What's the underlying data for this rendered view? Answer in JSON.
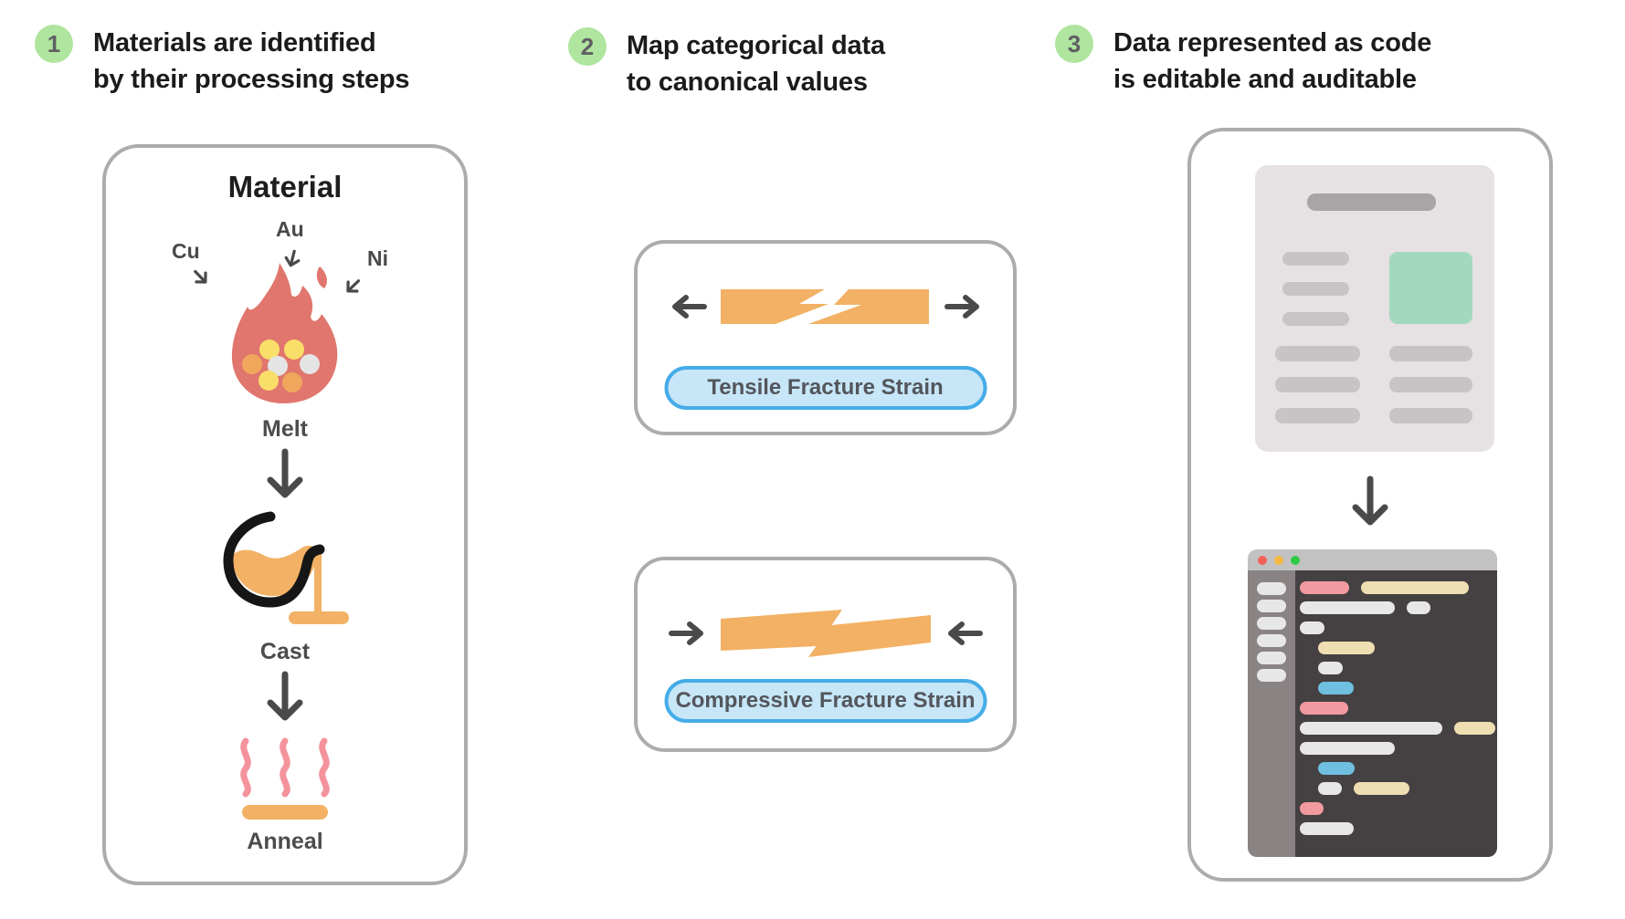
{
  "steps": [
    {
      "number": "1",
      "title": [
        "Materials are identified",
        "by their processing steps"
      ]
    },
    {
      "number": "2",
      "title": [
        "Map categorical data",
        "to canonical values"
      ]
    },
    {
      "number": "3",
      "title": [
        "Data represented as code",
        "is editable and auditable"
      ]
    }
  ],
  "material_card": {
    "title": "Material",
    "element_labels": {
      "cu": "Cu",
      "au": "Au",
      "ni": "Ni"
    },
    "process_steps": {
      "melt": "Melt",
      "cast": "Cast",
      "anneal": "Anneal"
    }
  },
  "canonical_boxes": {
    "tensile": {
      "label": "Tensile Fracture Strain"
    },
    "compressive": {
      "label": "Compressive Fracture Strain"
    }
  },
  "code_panel": {
    "window_dots": [
      "#F2605C",
      "#F5B843",
      "#2FC944"
    ],
    "sidebar_pill_count": 6,
    "palette": {
      "pink": "#F29AA0",
      "cream": "#EFDEB2",
      "blue": "#6FC0E0",
      "gray": "#E8E7E7"
    },
    "lines": [
      {
        "indent": 0,
        "segments": [
          {
            "color": "pink",
            "width": 54
          },
          {
            "color": "cream",
            "width": 118
          }
        ]
      },
      {
        "indent": 0,
        "segments": [
          {
            "color": "gray",
            "width": 104
          },
          {
            "color": "gray",
            "width": 26
          }
        ]
      },
      {
        "indent": 0,
        "segments": [
          {
            "color": "gray",
            "width": 27
          }
        ]
      },
      {
        "indent": 1,
        "segments": [
          {
            "color": "cream",
            "width": 62
          }
        ]
      },
      {
        "indent": 1,
        "segments": [
          {
            "color": "gray",
            "width": 27
          }
        ]
      },
      {
        "indent": 1,
        "segments": [
          {
            "color": "blue",
            "width": 39
          }
        ]
      },
      {
        "indent": 0,
        "segments": [
          {
            "color": "pink",
            "width": 53
          }
        ]
      },
      {
        "indent": 0,
        "segments": [
          {
            "color": "gray",
            "width": 156
          },
          {
            "color": "cream",
            "width": 45
          }
        ]
      },
      {
        "indent": 0,
        "segments": [
          {
            "color": "gray",
            "width": 104
          }
        ]
      },
      {
        "indent": 1,
        "segments": [
          {
            "color": "blue",
            "width": 40
          }
        ]
      },
      {
        "indent": 1,
        "segments": [
          {
            "color": "gray",
            "width": 26
          },
          {
            "color": "cream",
            "width": 61
          }
        ]
      },
      {
        "indent": 0,
        "segments": [
          {
            "color": "pink",
            "width": 26
          }
        ]
      },
      {
        "indent": 0,
        "segments": [
          {
            "color": "gray",
            "width": 59
          }
        ]
      }
    ]
  },
  "colors": {
    "step_badge_green": "#AFE59F",
    "card_border_gray": "#ACACAC",
    "flame_red": "#E0766D",
    "molten_orange": "#F2B164",
    "heat_pink": "#F4939C",
    "dot_yellow": "#F9DE69",
    "dot_orange": "#F0A75C",
    "dot_white": "#E4E4E4",
    "pill_blue_fill": "#C7E6F8",
    "pill_blue_border": "#45ACE8",
    "doc_background": "#E6E1E2",
    "doc_figure_green": "#A3D8C0",
    "editor_background": "#454142",
    "arrow_gray": "#4A4A4A"
  }
}
